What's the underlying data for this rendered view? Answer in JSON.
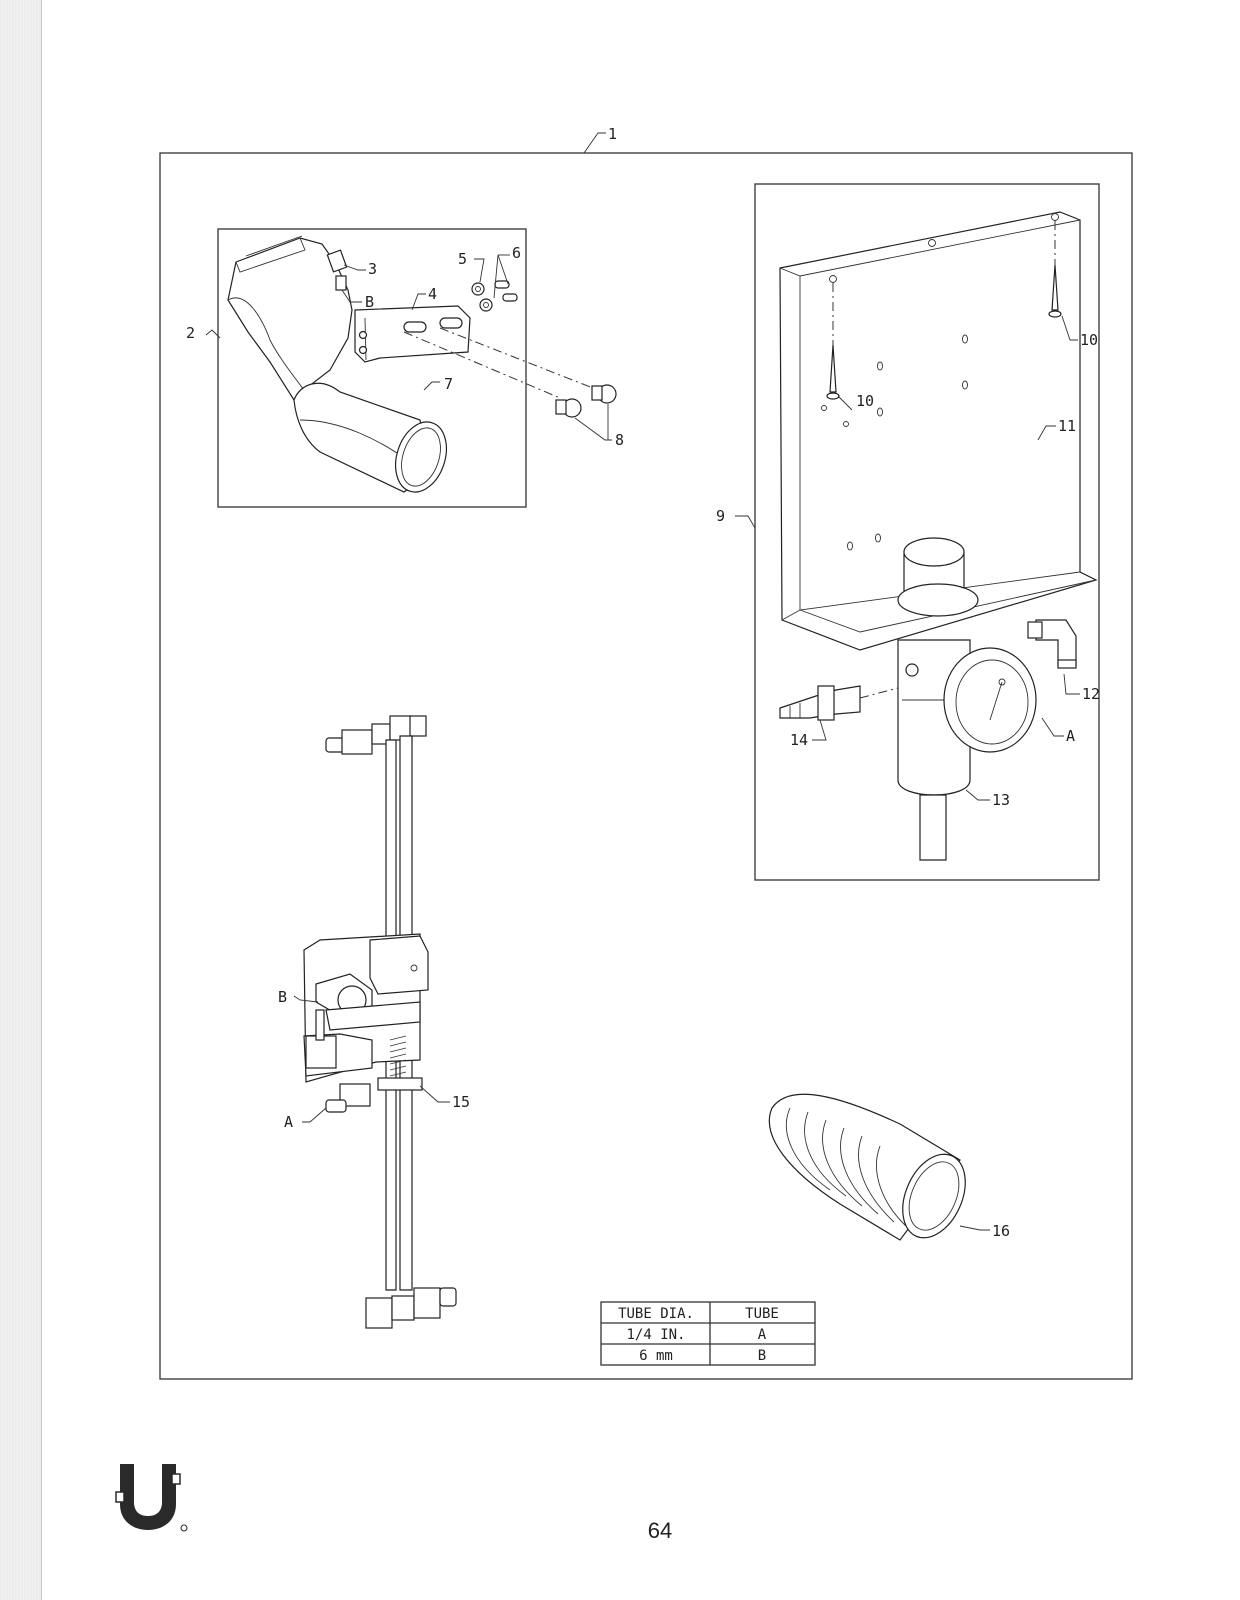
{
  "callouts": {
    "c1": "1",
    "c2": "2",
    "c3": "3",
    "c4": "4",
    "c5": "5",
    "c6": "6",
    "c7": "7",
    "c8": "8",
    "c9": "9",
    "c10a": "10",
    "c10b": "10",
    "c11": "11",
    "c12": "12",
    "c13": "13",
    "c14": "14",
    "c15": "15",
    "c16": "16",
    "cA1": "A",
    "cA2": "A",
    "cB1": "B",
    "cB2": "B"
  },
  "tube_table": {
    "headers": [
      "TUBE DIA.",
      "TUBE"
    ],
    "rows": [
      [
        "1/4 IN.",
        "A"
      ],
      [
        "6 mm",
        "B"
      ]
    ]
  },
  "page_number": "64"
}
